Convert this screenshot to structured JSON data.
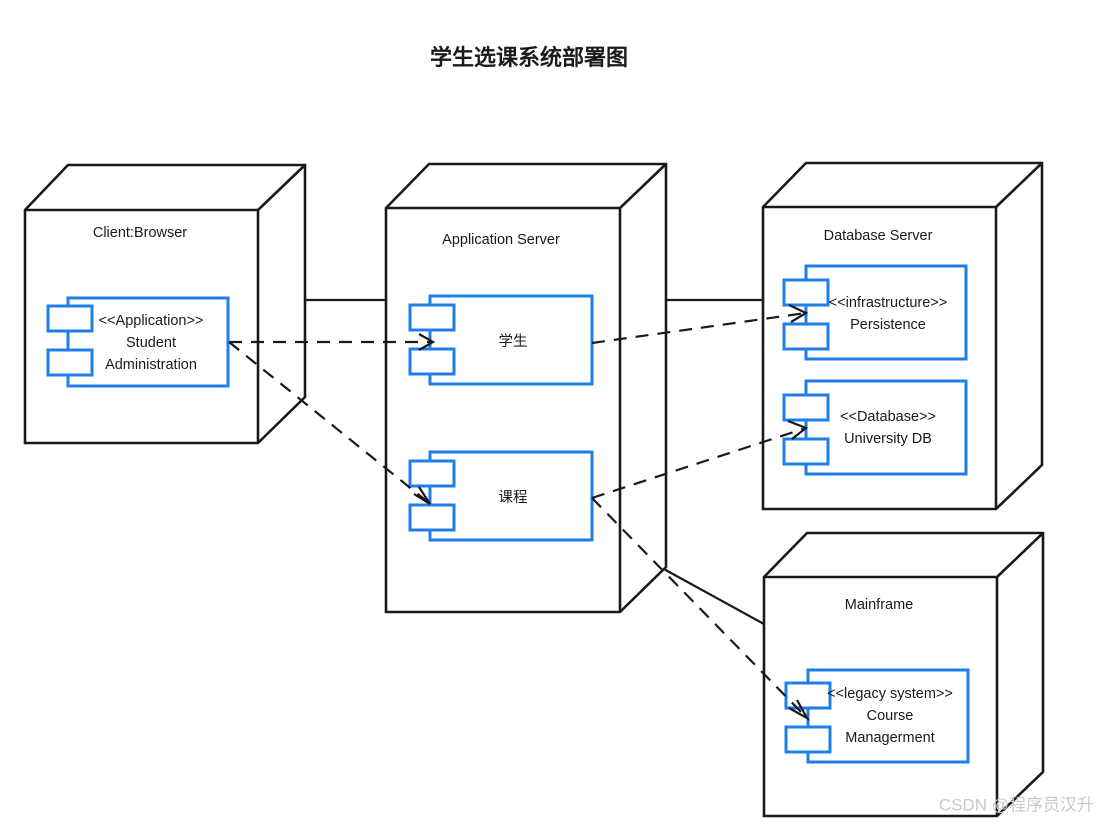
{
  "title": "学生选课系统部署图",
  "watermark": "CSDN @程序员汉升",
  "colors": {
    "component_stroke": "#1f7fe8",
    "node_stroke": "#1a1a1a",
    "background": "#ffffff",
    "text": "#1a1a1a",
    "watermark": "#c9c9c9"
  },
  "diagram": {
    "type": "uml-deployment-diagram",
    "nodes": [
      {
        "id": "client-browser",
        "label": "Client:Browser",
        "components": [
          {
            "id": "student-administration",
            "stereotype": "<<Application>>",
            "name_line1": "Student",
            "name_line2": "Administration"
          }
        ]
      },
      {
        "id": "application-server",
        "label": "Application Server",
        "components": [
          {
            "id": "student",
            "stereotype": "",
            "name_line1": "学生",
            "name_line2": ""
          },
          {
            "id": "course",
            "stereotype": "",
            "name_line1": "课程",
            "name_line2": ""
          }
        ]
      },
      {
        "id": "database-server",
        "label": "Database Server",
        "components": [
          {
            "id": "persistence",
            "stereotype": "<<infrastructure>>",
            "name_line1": "Persistence",
            "name_line2": ""
          },
          {
            "id": "university-db",
            "stereotype": "<<Database>>",
            "name_line1": "University DB",
            "name_line2": ""
          }
        ]
      },
      {
        "id": "mainframe",
        "label": "Mainframe",
        "components": [
          {
            "id": "course-managerment",
            "stereotype": "<<legacy system>>",
            "name_line1": "Course",
            "name_line2": "Managerment"
          }
        ]
      }
    ],
    "associations": [
      {
        "id": "client-to-appserver",
        "from": "client-browser",
        "to": "application-server",
        "style": "solid"
      },
      {
        "id": "appserver-to-dbserver",
        "from": "application-server",
        "to": "database-server",
        "style": "solid"
      },
      {
        "id": "appserver-to-mainframe",
        "from": "application-server",
        "to": "mainframe",
        "style": "solid"
      }
    ],
    "dependencies": [
      {
        "id": "studentadmin-to-student",
        "from": "student-administration",
        "to": "student",
        "style": "dashed-arrow"
      },
      {
        "id": "studentadmin-to-course",
        "from": "student-administration",
        "to": "course",
        "style": "dashed-arrow"
      },
      {
        "id": "student-to-persistence",
        "from": "student",
        "to": "persistence",
        "style": "dashed-arrow"
      },
      {
        "id": "course-to-universitydb",
        "from": "course",
        "to": "university-db",
        "style": "dashed-arrow"
      },
      {
        "id": "course-to-coursemanagerment",
        "from": "course",
        "to": "course-managerment",
        "style": "dashed-arrow"
      }
    ]
  }
}
